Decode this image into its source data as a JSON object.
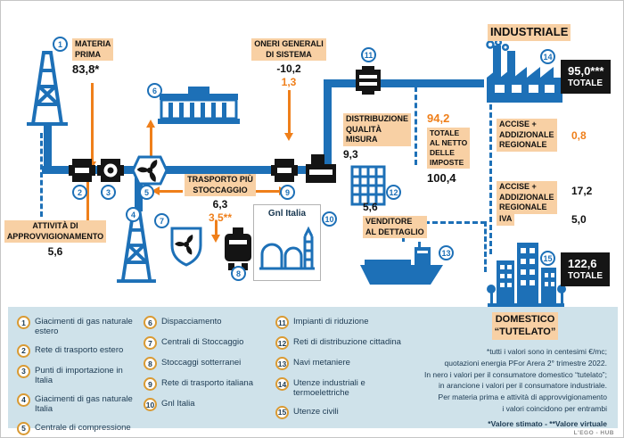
{
  "palette": {
    "blue": "#1d70b7",
    "orange": "#ef7f1a",
    "peach_highlight": "#f8d0a4",
    "legend_background": "#cfe2ea",
    "black_box": "#151515",
    "navy_text": "#1c3a52"
  },
  "diagram": {
    "materia": {
      "label": "MATERIA\nPRIMA",
      "value": "83,8*"
    },
    "oneri": {
      "label": "ONERI GENERALI\nDI SISTEMA",
      "value_black": "-10,2",
      "value_orange": "1,3"
    },
    "trasporto": {
      "label": "TRASPORTO PIÙ\nSTOCCAGGIO",
      "value_black": "6,3",
      "value_orange": "3,5**"
    },
    "attivita": {
      "label": "ATTIVITÀ DI\nAPPROVVIGIONAMENTO",
      "value": "5,6"
    },
    "distribuzione": {
      "label": "DISTRIBUZIONE\nQUALITÀ\nMISURA",
      "value": "9,3"
    },
    "venditore": {
      "value": "5,6",
      "label": "VENDITORE\nAL DETTAGLIO"
    },
    "gnl": {
      "label": "Gnl Italia"
    },
    "industriale": {
      "title": "INDUSTRIALE",
      "total_value": "95,0***",
      "total_label": "TOTALE"
    },
    "accise_industriale": {
      "label": "ACCISE +\nADDIZIONALE\nREGIONALE",
      "value": "0,8"
    },
    "netto": {
      "value_orange": "94,2",
      "label": "TOTALE\nAL NETTO\nDELLE\nIMPOSTE",
      "value_black": "100,4"
    },
    "accise_domestico": {
      "label": "ACCISE +\nADDIZIONALE\nREGIONALE",
      "value": "17,2",
      "iva_label": "IVA",
      "iva_value": "5,0"
    },
    "domestico": {
      "total_value": "122,6",
      "total_label": "TOTALE",
      "title": "DOMESTICO\n“TUTELATO”"
    }
  },
  "badges": [
    "1",
    "2",
    "3",
    "4",
    "5",
    "6",
    "7",
    "8",
    "9",
    "10",
    "11",
    "12",
    "13",
    "14",
    "15"
  ],
  "legend": {
    "items": [
      {
        "num": "1",
        "text": "Giacimenti di gas naturale estero"
      },
      {
        "num": "2",
        "text": "Rete di trasporto estero"
      },
      {
        "num": "3",
        "text": "Punti di importazione in Italia"
      },
      {
        "num": "4",
        "text": "Giacimenti di gas naturale Italia"
      },
      {
        "num": "5",
        "text": "Centrale di compressione"
      },
      {
        "num": "6",
        "text": "Dispacciamento"
      },
      {
        "num": "7",
        "text": "Centrali di Stoccaggio"
      },
      {
        "num": "8",
        "text": "Stoccaggi sotterranei"
      },
      {
        "num": "9",
        "text": "Rete di trasporto italiana"
      },
      {
        "num": "10",
        "text": "Gnl Italia"
      },
      {
        "num": "11",
        "text": "Impianti di riduzione"
      },
      {
        "num": "12",
        "text": "Reti di distribuzione cittadina"
      },
      {
        "num": "13",
        "text": "Navi metaniere"
      },
      {
        "num": "14",
        "text": "Utenze industriali e termoelettriche"
      },
      {
        "num": "15",
        "text": "Utenze civili"
      }
    ]
  },
  "footnotes": {
    "lines": [
      "*tutti i valori sono in centesimi €/mc;",
      "quotazioni energia PFor Arera  2° trimestre 2022.",
      "In nero i valori per il consumatore domestico “tutelato”;",
      "in arancione i valori per il consumatore industriale.",
      "Per materia prima e attività di approvvigionamento",
      "i valori coincidono per entrambi"
    ],
    "bold_line": "*Valore stimato - **Valore virtuale"
  },
  "credit": "L'EGO - HUB"
}
